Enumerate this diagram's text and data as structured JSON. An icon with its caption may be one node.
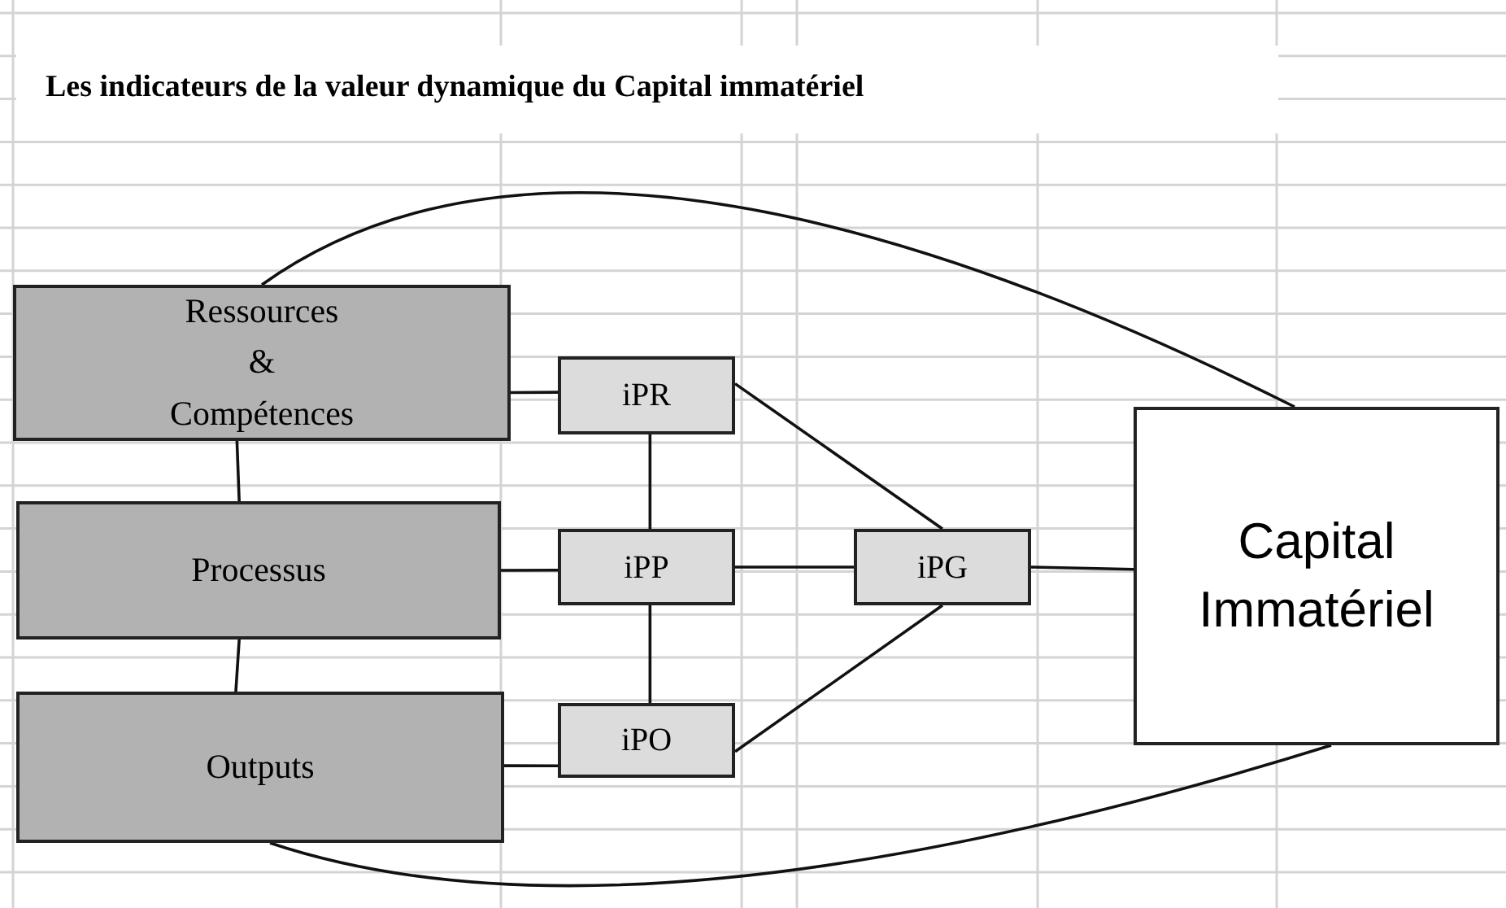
{
  "diagram": {
    "title": "Les  indicateurs de la valeur dynamique du Capital immatériel",
    "nodes": [
      {
        "text": [
          "Ressources & Compétences"
        ]
      },
      {
        "text": [
          "Processus"
        ]
      },
      {
        "text": [
          "Outputs"
        ]
      },
      {
        "text": [
          "iPR"
        ]
      },
      {
        "text": [
          "iPP"
        ]
      },
      {
        "text": [
          "iPO"
        ]
      },
      {
        "text": [
          "iPG"
        ]
      },
      {
        "text": [
          "Capital Immatériel"
        ]
      }
    ],
    "edges": [
      {
        "from": 0,
        "to": 1,
        "arrow": "none"
      },
      {
        "from": 1,
        "to": 2,
        "arrow": "none"
      },
      {
        "from": 0,
        "to": 3,
        "arrow": "none"
      },
      {
        "from": 1,
        "to": 4,
        "arrow": "none"
      },
      {
        "from": 2,
        "to": 5,
        "arrow": "none"
      },
      {
        "from": 3,
        "to": 4,
        "arrow": "none"
      },
      {
        "from": 4,
        "to": 5,
        "arrow": "none"
      },
      {
        "from": 3,
        "to": 6,
        "arrow": "none"
      },
      {
        "from": 4,
        "to": 6,
        "arrow": "none"
      },
      {
        "from": 5,
        "to": 6,
        "arrow": "none"
      },
      {
        "from": 6,
        "to": 7,
        "arrow": "none"
      },
      {
        "from": 0,
        "to": 7,
        "arrow": "none"
      },
      {
        "from": 2,
        "to": 7,
        "arrow": "none"
      }
    ]
  }
}
